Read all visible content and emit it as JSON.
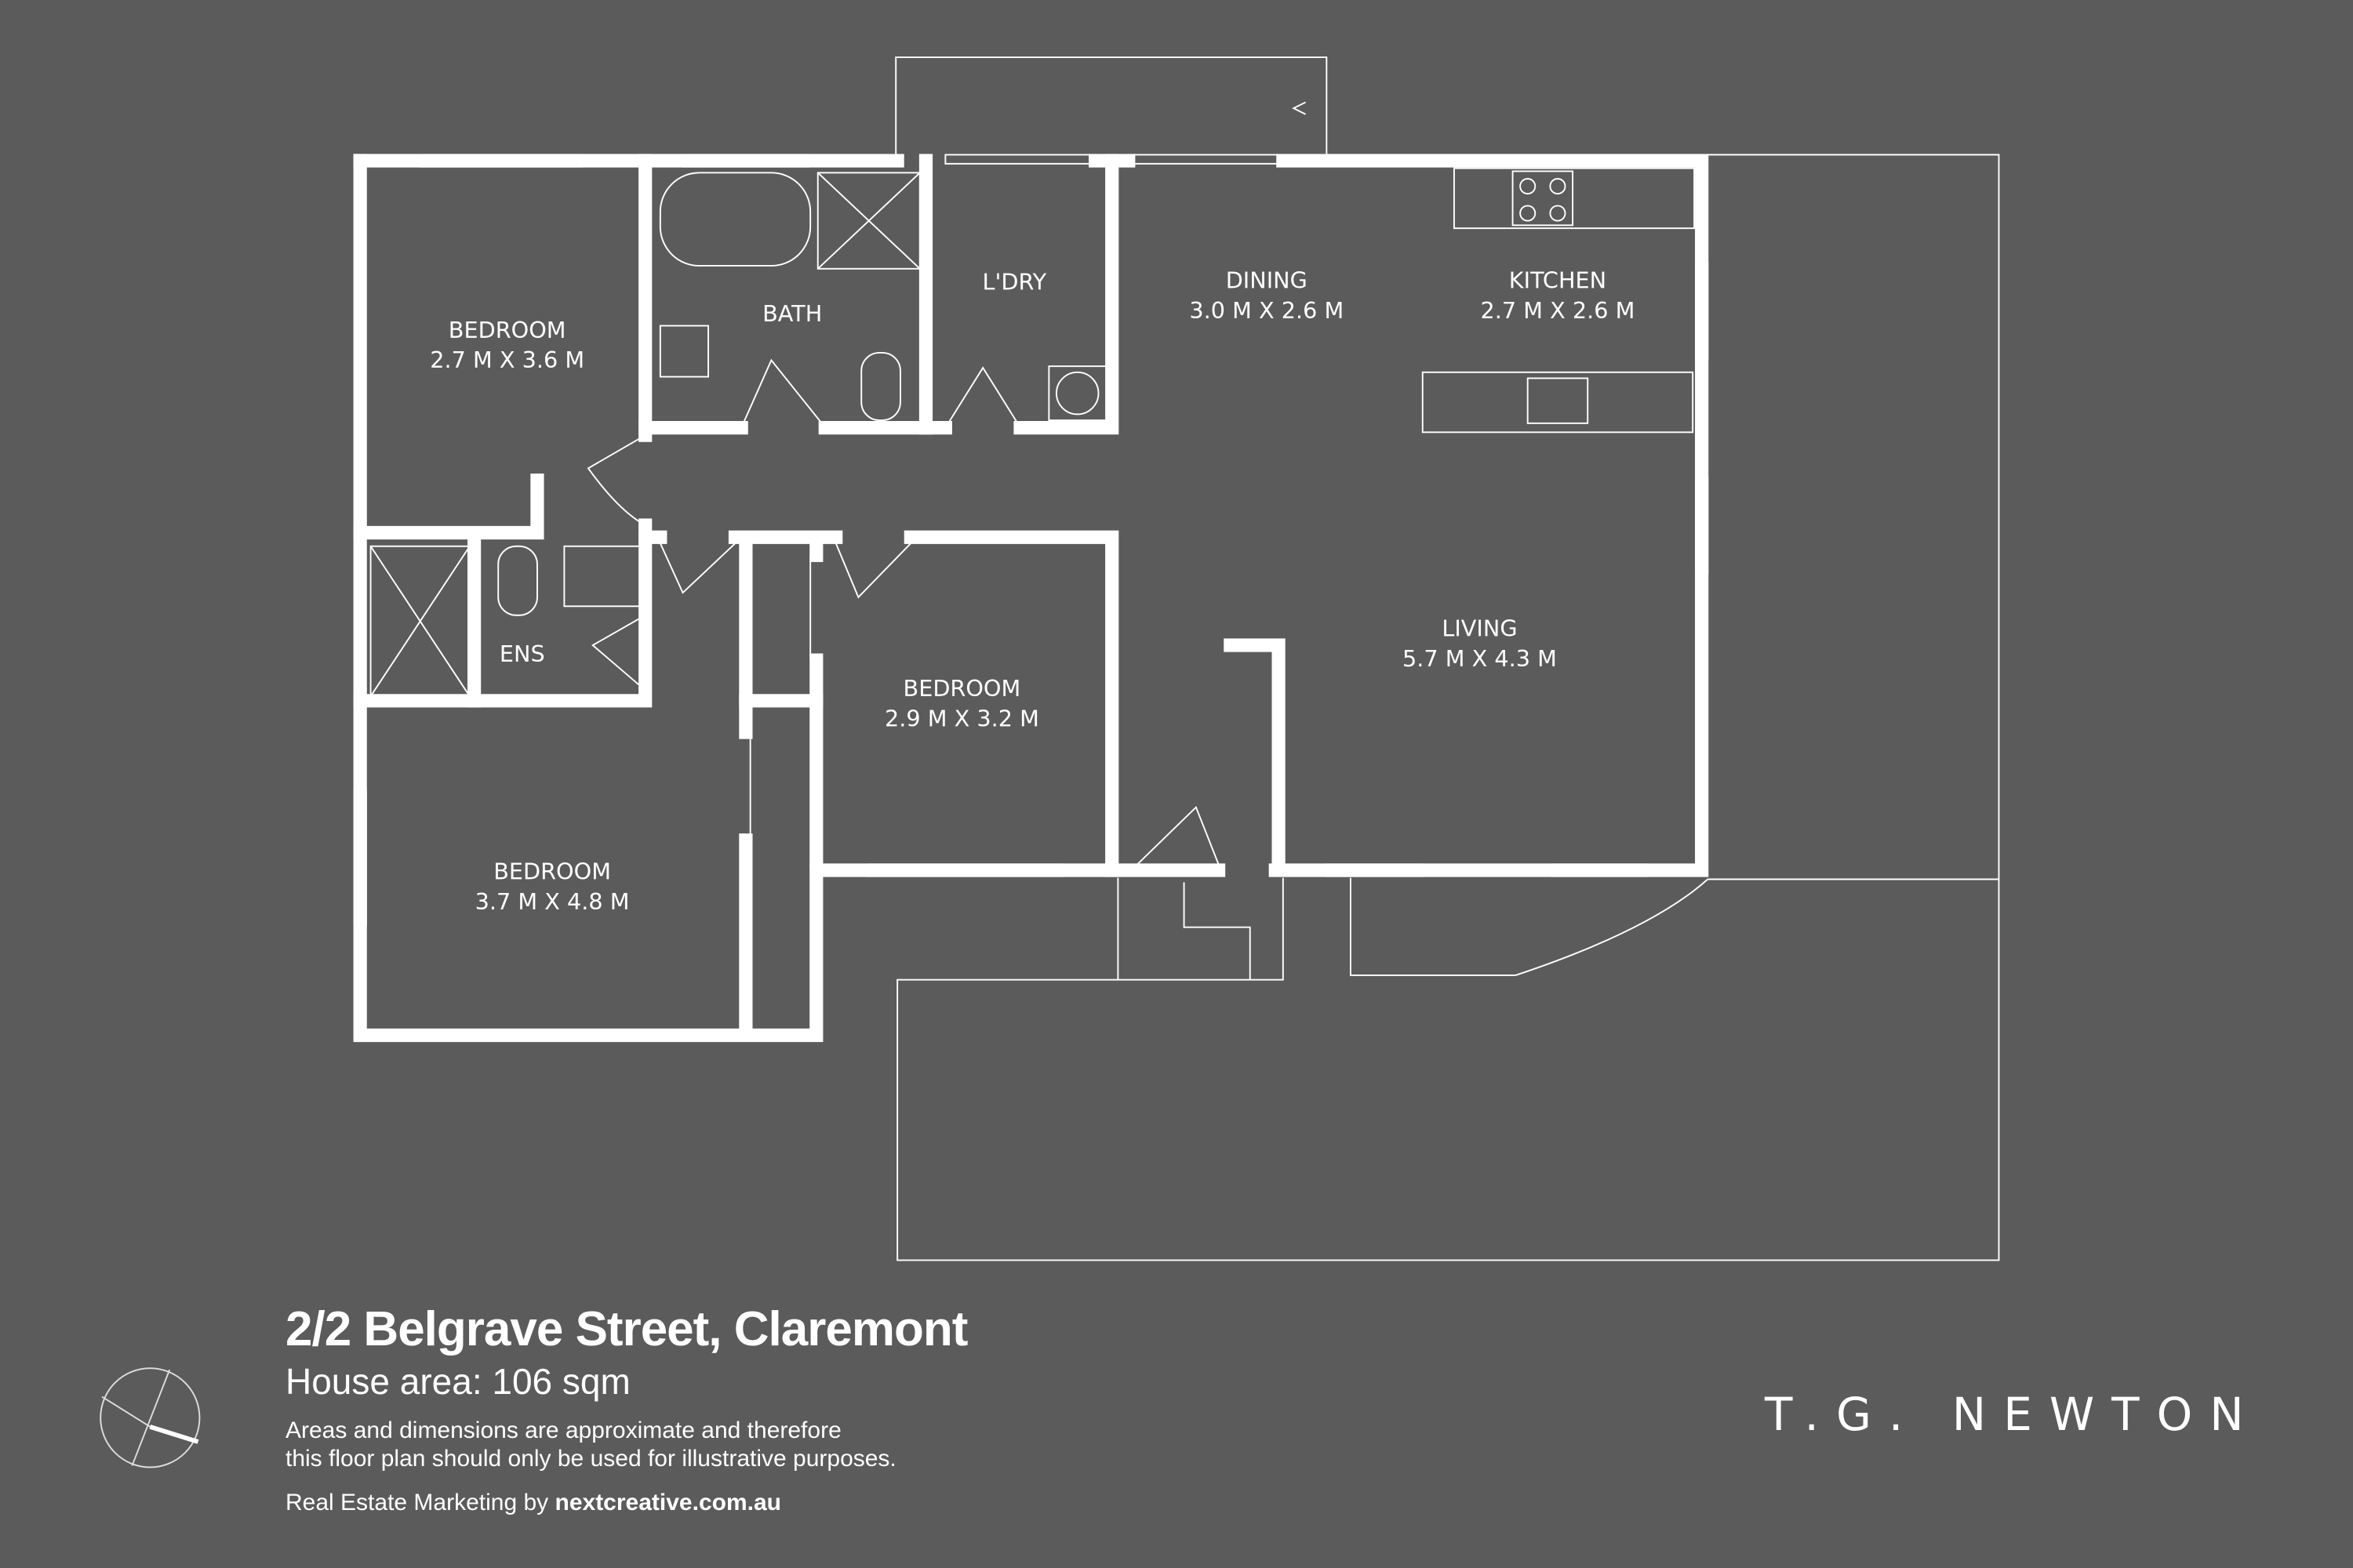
{
  "rooms": {
    "bedroom1": {
      "name": "BEDROOM",
      "dims": "2.7 M X 3.6 M"
    },
    "bath": {
      "name": "BATH"
    },
    "laundry": {
      "name": "L'DRY"
    },
    "dining": {
      "name": "DINING",
      "dims": "3.0 M X 2.6 M"
    },
    "kitchen": {
      "name": "KITCHEN",
      "dims": "2.7 M X 2.6 M"
    },
    "living": {
      "name": "LIVING",
      "dims": "5.7 M X 4.3 M"
    },
    "ensuite": {
      "name": "ENS"
    },
    "bedroom2": {
      "name": "BEDROOM",
      "dims": "2.9 M X 3.2 M"
    },
    "bedroom3": {
      "name": "BEDROOM",
      "dims": "3.7 M X 4.8 M"
    }
  },
  "info": {
    "address": "2/2 Belgrave Street, Claremont",
    "house_area": "House area: 106 sqm",
    "disclaimer_line1": "Areas and dimensions are approximate and therefore",
    "disclaimer_line2": "this floor plan should only be used for illustrative purposes.",
    "credit_prefix": "Real Estate Marketing by ",
    "credit_site": "nextcreative.com.au"
  },
  "brand": {
    "logo": "T.G. NEWTON"
  },
  "colors": {
    "background": "#5b5b5b",
    "lines": "#ffffff"
  }
}
